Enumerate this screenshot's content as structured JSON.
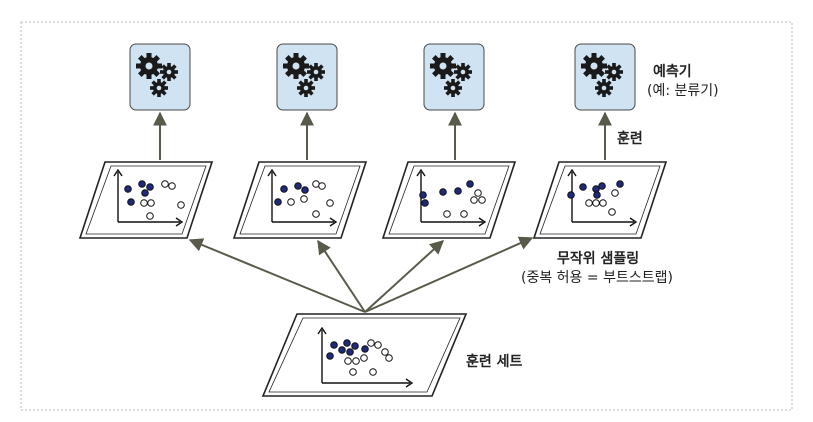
{
  "diagram": {
    "predictor_label": "예측기",
    "predictor_sublabel": "(예: 분류기)",
    "train_label": "훈련",
    "sampling_label": "무작위 샘플링",
    "sampling_sublabel": "(중복 허용 = 부트스트랩)",
    "training_set_label": "훈련 세트",
    "predictor_count": 4,
    "sample_count": 4
  },
  "colors": {
    "predictor_fill": "#cfe3f2",
    "predictor_stroke": "#4a4a4a",
    "gear_fill": "#1a1a1a",
    "filled_point": "#1f2a7a",
    "hollow_point": "#ffffff",
    "arrow": "#5a5a4a",
    "frame_border": "#bbbbbb"
  },
  "icons": [
    "gears-icon",
    "arrow-up-icon",
    "scatter-plot-icon"
  ]
}
